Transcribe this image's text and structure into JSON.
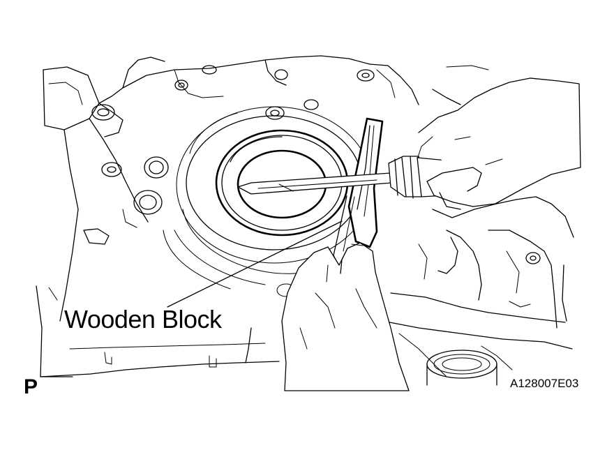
{
  "callouts": {
    "wooden_block": "Wooden Block"
  },
  "view_code": "P",
  "figure_id": "A128007E03"
}
